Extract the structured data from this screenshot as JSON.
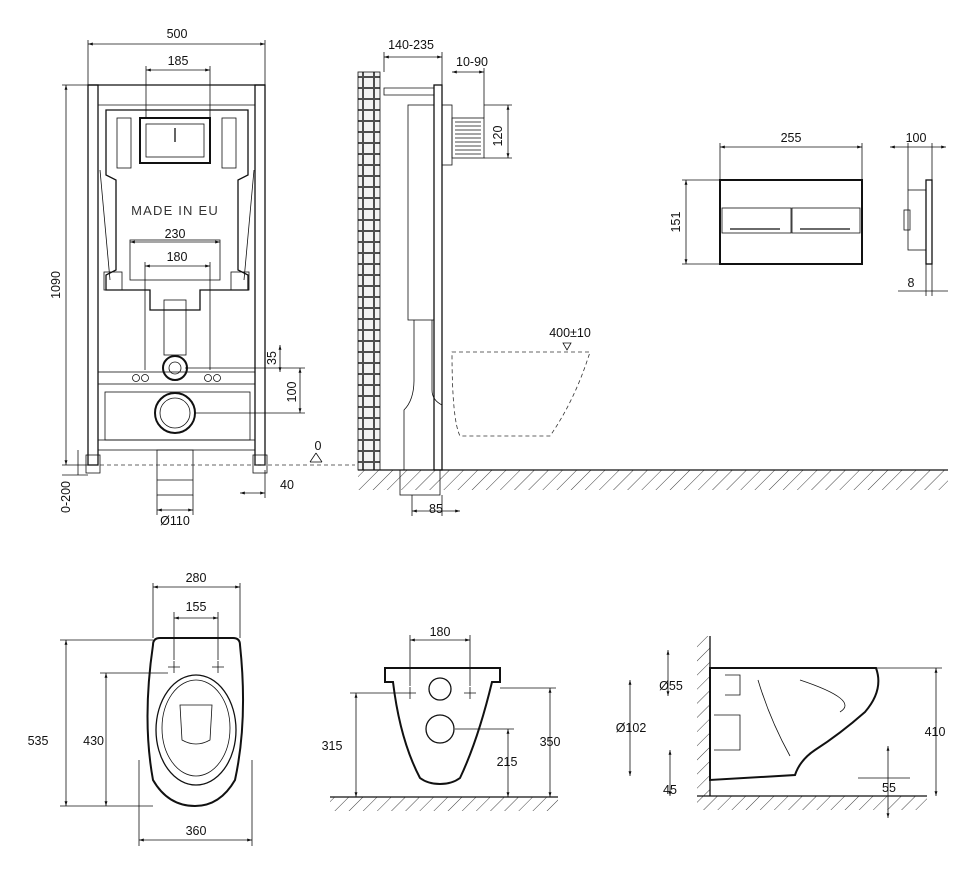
{
  "frame_front": {
    "width": "500",
    "tank_width": "185",
    "bracket_width": "230",
    "pipe_spacing": "180",
    "height": "1090",
    "foot_adjust": "0-200",
    "outlet_diameter": "Ø110",
    "foot_offset": "40",
    "stub_offset": "35",
    "outlet_height": "100",
    "floor_level": "0",
    "made_in": "MADE IN EU"
  },
  "frame_side": {
    "wall_depth": "140-235",
    "flush_offset": "10-90",
    "flush_height": "120",
    "bowl_height": "400±10",
    "outlet_depth": "85"
  },
  "flush_plate": {
    "width": "255",
    "height": "151",
    "depth": "100",
    "plate_thickness": "8"
  },
  "bowl_top": {
    "width_top": "280",
    "hole_spacing": "155",
    "length": "535",
    "mount_length": "430",
    "width_bottom": "360"
  },
  "bowl_back": {
    "hole_spacing": "180",
    "inlet_height": "315",
    "total_height": "350",
    "outlet_height": "215"
  },
  "bowl_side": {
    "inlet_diameter": "Ø55",
    "outlet_diameter": "Ø102",
    "height": "410",
    "base_offset": "45",
    "rim_offset": "55"
  }
}
